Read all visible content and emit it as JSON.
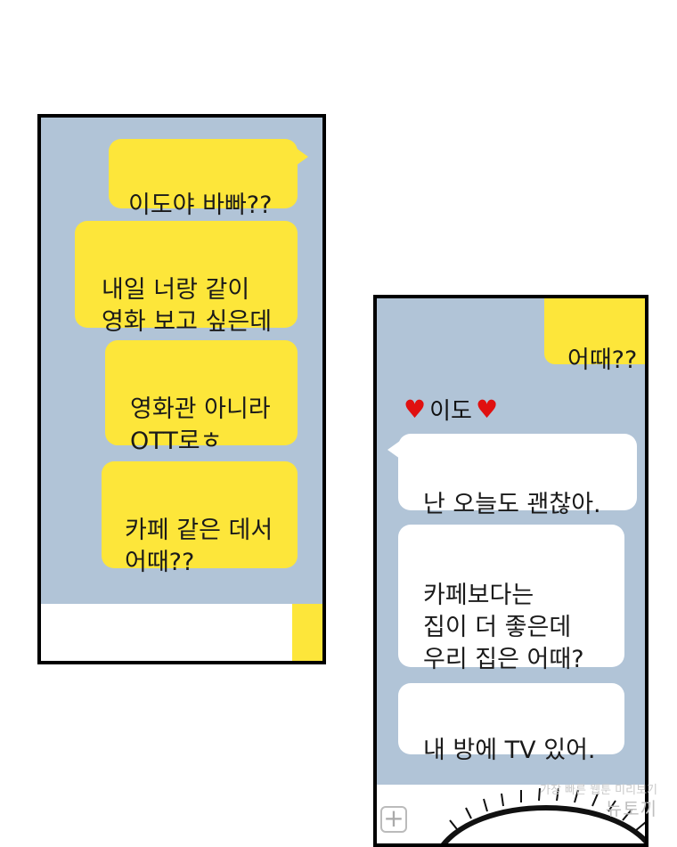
{
  "left_panel": {
    "messages": [
      "이도야 바빠??",
      "내일 너랑 같이\n영화 보고 싶은데",
      "영화관 아니라\nOTT로ㅎ",
      "카페 같은 데서\n어때??"
    ]
  },
  "right_panel": {
    "cut_message": "어때??",
    "sender_name": "이도",
    "messages": [
      "난 오늘도 괜찮아.",
      "카페보다는\n집이 더 좋은데\n우리 집은 어때?",
      "내 방에 TV 있어."
    ]
  },
  "watermark": {
    "line1": "가장 빠른 웹툰 미리보기",
    "line2": "뉴토끼"
  },
  "colors": {
    "chat_background": "#b1c4d7",
    "my_bubble": "#fde63a",
    "their_bubble": "#ffffff",
    "heart": "#e01010"
  },
  "icons": [
    "heart-icon",
    "plus-icon"
  ]
}
